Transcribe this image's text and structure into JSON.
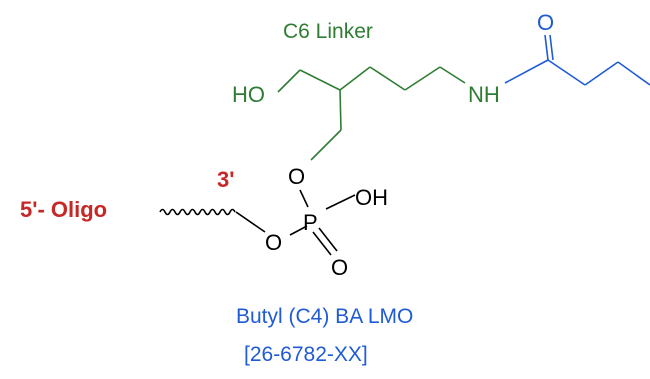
{
  "labels": {
    "linker_title": "C6 Linker",
    "hydroxyl": "HO",
    "amine": "NH",
    "carbonyl_o": "O",
    "ester_o1": "O",
    "ester_o2": "O",
    "phosphorus": "P",
    "phosphate_oh": "OH",
    "phosphate_o": "O",
    "oligo": "5'- Oligo",
    "prime3": "3'",
    "product_name": "Butyl (C4) BA LMO",
    "catalog": "[26-6782-XX]"
  },
  "colors": {
    "linker": "#2e7d32",
    "backbone": "#000000",
    "butyl": "#1f5bd6",
    "oligo": "#c62828"
  }
}
